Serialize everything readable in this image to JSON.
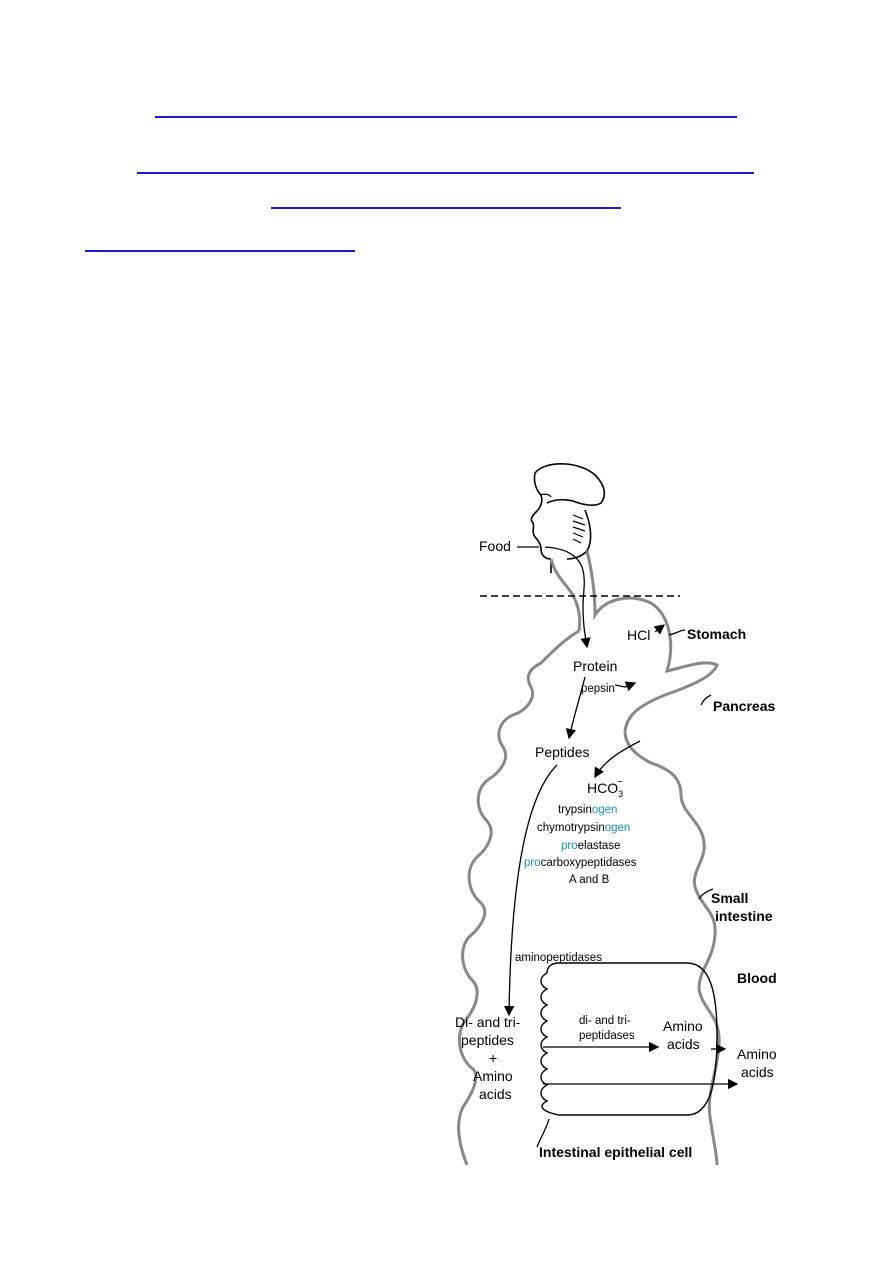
{
  "diagram": {
    "labels": {
      "food": "Food",
      "hcl": "HCl",
      "stomach": "Stomach",
      "protein": "Protein",
      "pepsin": "pepsin",
      "pancreas": "Pancreas",
      "peptides": "Peptides",
      "hco3": "HCO",
      "hco3_sub": "3",
      "hco3_sup": "−",
      "trypsinogen_a": "trypsin",
      "trypsinogen_b": "ogen",
      "chymotrypsinogen_a": "chymotrypsin",
      "chymotrypsinogen_b": "ogen",
      "proelastase_a": "pro",
      "proelastase_b": "elastase",
      "procarboxy_a": "pro",
      "procarboxy_b": "carboxypeptidases",
      "a_and_b": "A and B",
      "small": "Small",
      "intestine": "intestine",
      "aminopeptidases": "aminopeptidases",
      "blood": "Blood",
      "di_tri_1": "Di- and tri-",
      "di_tri_2": "peptides",
      "plus": "+",
      "amino_1": "Amino",
      "amino_2": "acids",
      "cell_enzyme_1": "di- and tri-",
      "cell_enzyme_2": "peptidases",
      "cell_amino_1": "Amino",
      "cell_amino_2": "acids",
      "blood_amino_1": "Amino",
      "blood_amino_2": "acids",
      "epithelial": "Intestinal epithelial cell"
    },
    "colors": {
      "highlight": "#1a8fb0",
      "rule": "#1a1ad0"
    }
  }
}
